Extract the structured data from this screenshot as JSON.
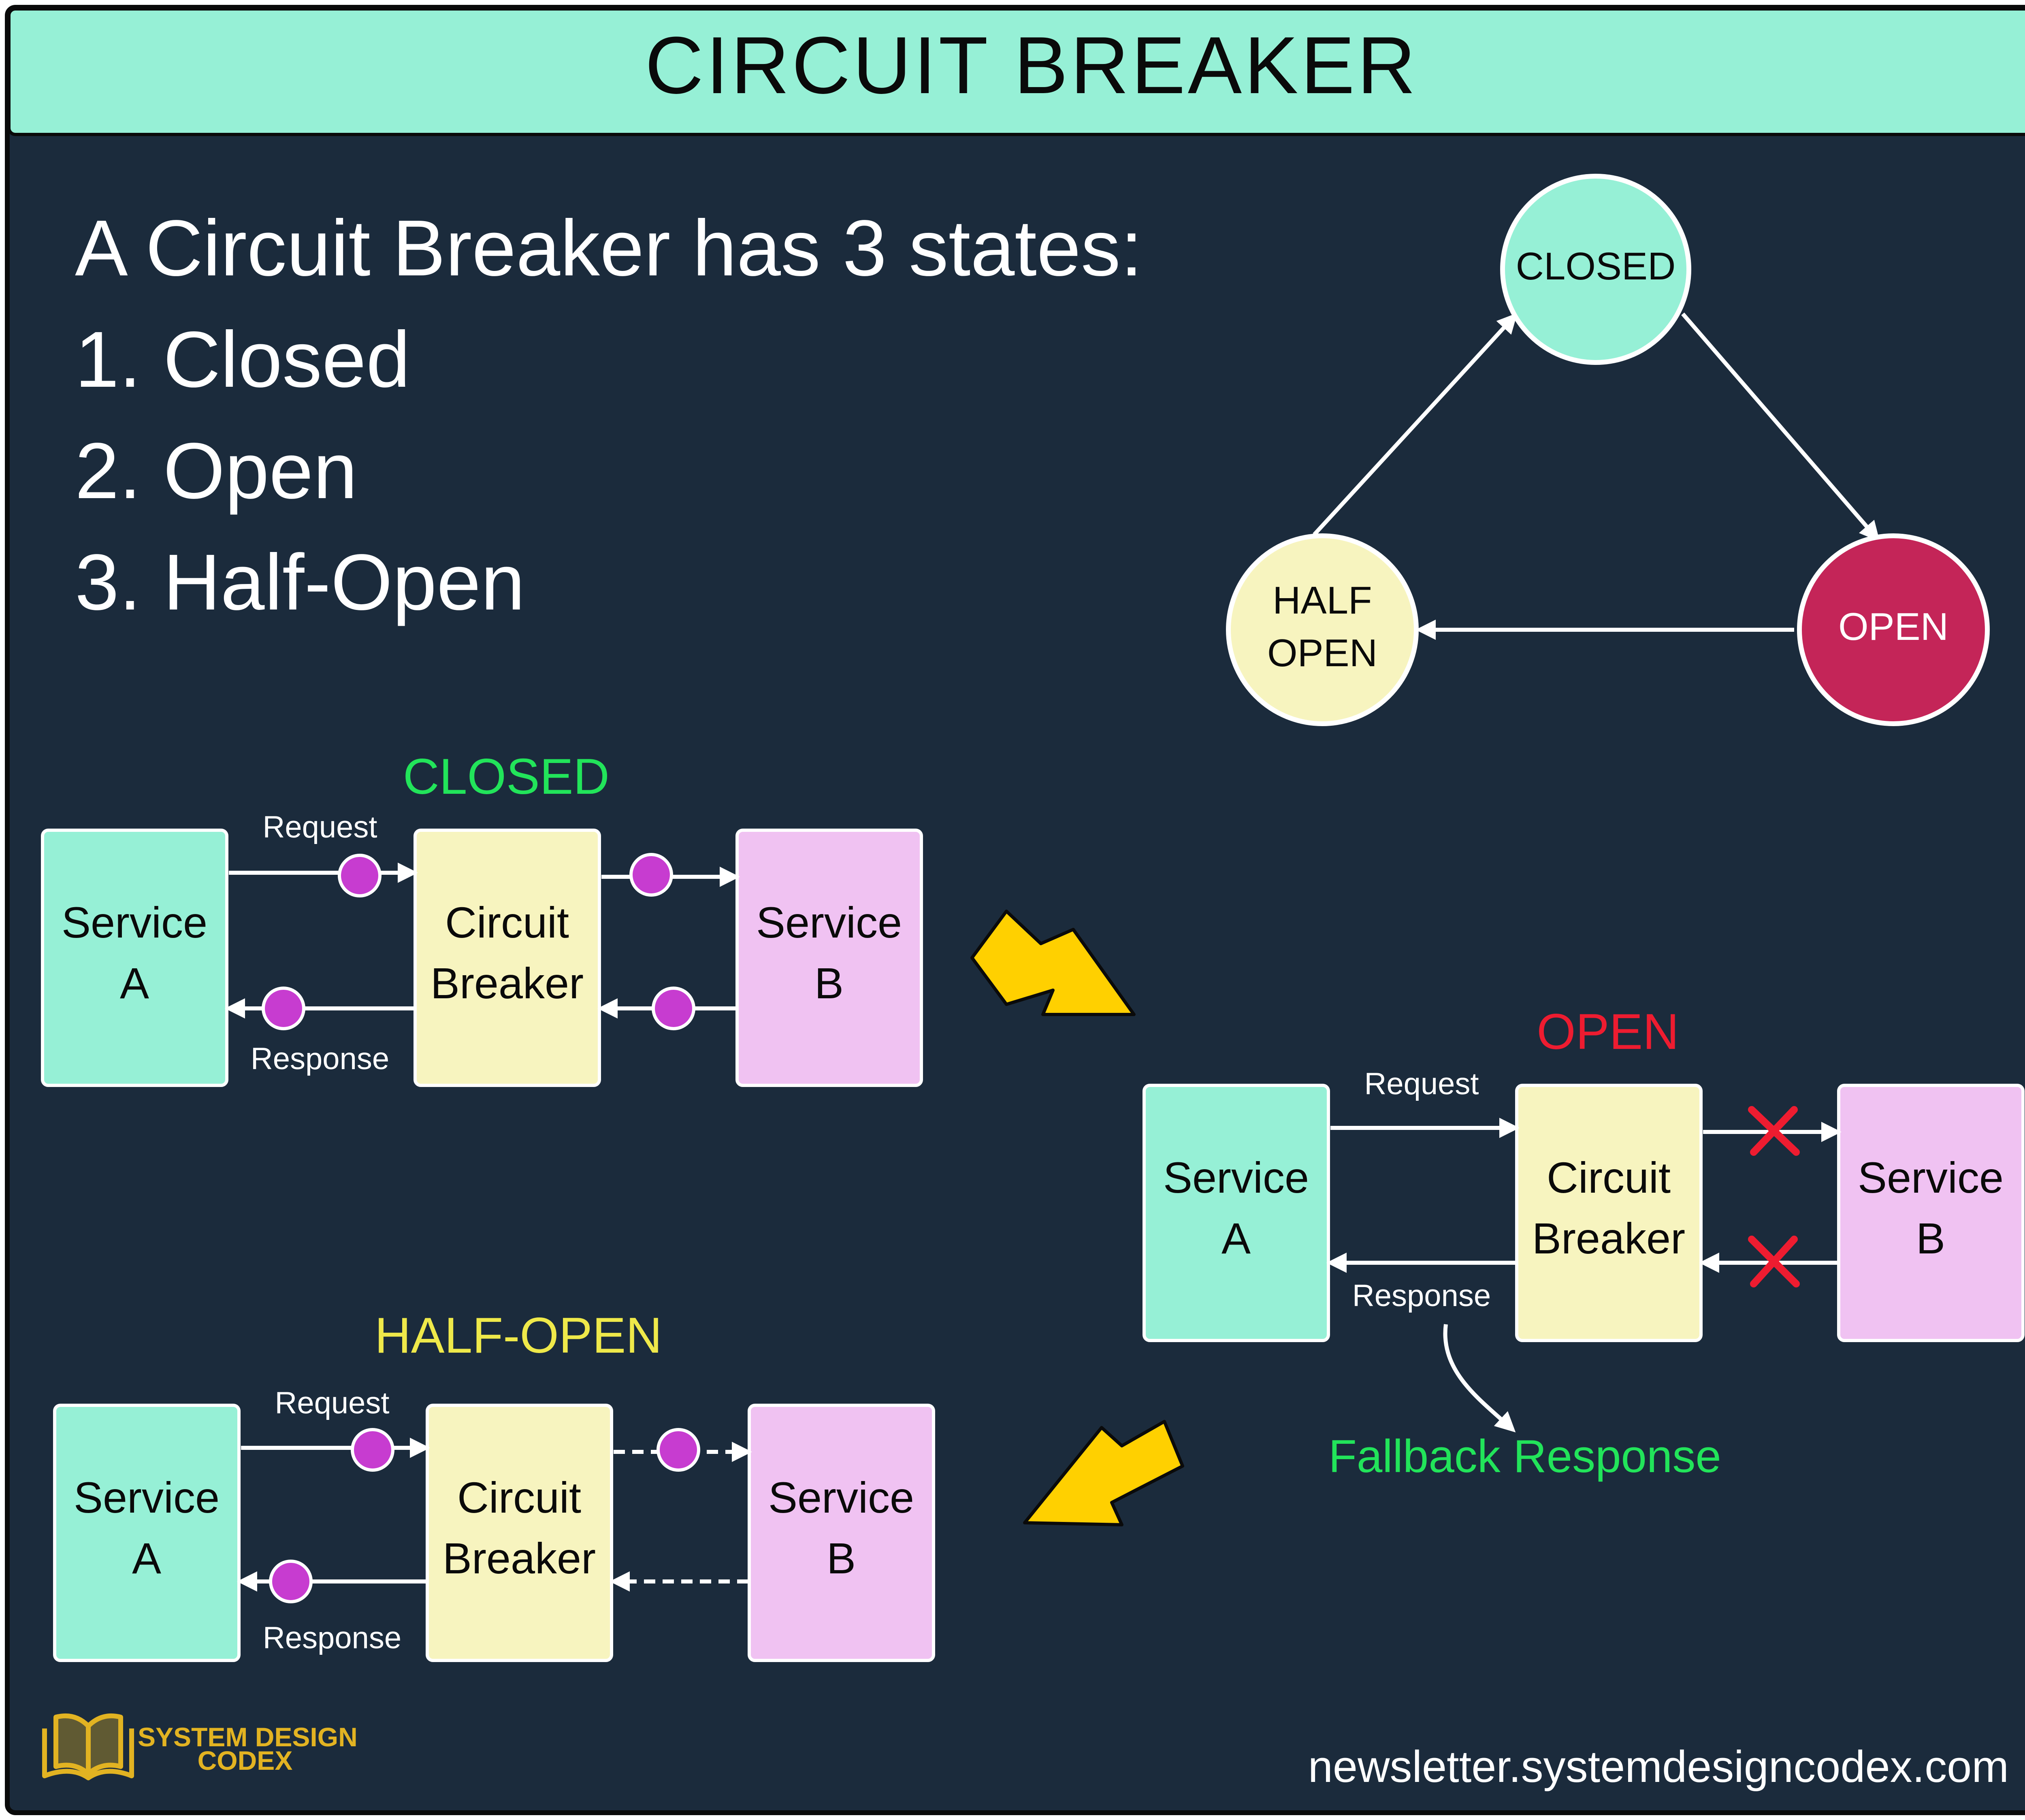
{
  "header": {
    "title": "CIRCUIT BREAKER"
  },
  "intro": {
    "heading": "A Circuit Breaker has 3 states:",
    "items": [
      "1. Closed",
      "2. Open",
      "3. Half-Open"
    ]
  },
  "state_diagram": {
    "closed": "CLOSED",
    "open": "OPEN",
    "half_open_line1": "HALF",
    "half_open_line2": "OPEN"
  },
  "panels": {
    "closed": {
      "label": "CLOSED",
      "request": "Request",
      "response": "Response"
    },
    "open": {
      "label": "OPEN",
      "request": "Request",
      "response": "Response",
      "fallback": "Fallback Response"
    },
    "half_open": {
      "label": "HALF-OPEN",
      "request": "Request",
      "response": "Response"
    }
  },
  "boxes": {
    "service_a_line1": "Service",
    "service_a_line2": "A",
    "breaker_line1": "Circuit",
    "breaker_line2": "Breaker",
    "service_b_line1": "Service",
    "service_b_line2": "B"
  },
  "footer": {
    "logo_line1": "SYSTEM DESIGN",
    "logo_line2": "CODEX",
    "url": "newsletter.systemdesigncodex.com"
  },
  "colors": {
    "background": "#1b2b3c",
    "header": "#96f0d6",
    "service_a": "#96f0d6",
    "breaker": "#f7f4bf",
    "service_b": "#f0c2f2",
    "closed_node": "#96f0d6",
    "open_node": "#c42558",
    "half_open_node": "#f7f4bf",
    "closed_label": "#22e45a",
    "open_label": "#ee1c30",
    "half_open_label": "#efe94a",
    "dot": "#c73cd0",
    "arrow": "#ffd000",
    "fallback": "#22e45a"
  }
}
